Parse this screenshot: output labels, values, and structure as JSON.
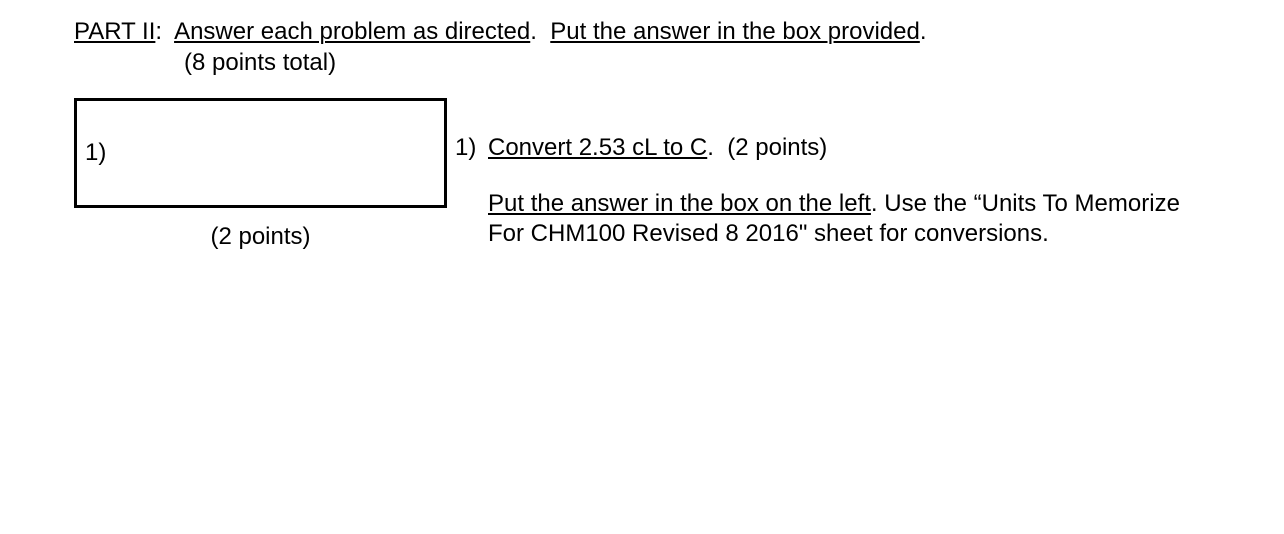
{
  "document": {
    "header": {
      "part_label": "PART II",
      "part_colon": ":",
      "directive_1": "Answer each problem as directed",
      "directive_1_period": ".",
      "directive_2": "Put the answer in the box provided",
      "directive_2_period": ".",
      "points_total": "(8 points total)"
    },
    "answer_box": {
      "number": "1)",
      "points_caption": "(2 points)"
    },
    "problem": {
      "number": "1)",
      "statement_underlined": "Convert 2.53 cL to C",
      "statement_period": ".",
      "statement_points": "(2 points)",
      "instruction_underlined": "Put the answer in the box on the left",
      "instruction_rest": ".  Use the “Units To Memorize For CHM100 Revised  8 2016\" sheet for conversions."
    }
  }
}
